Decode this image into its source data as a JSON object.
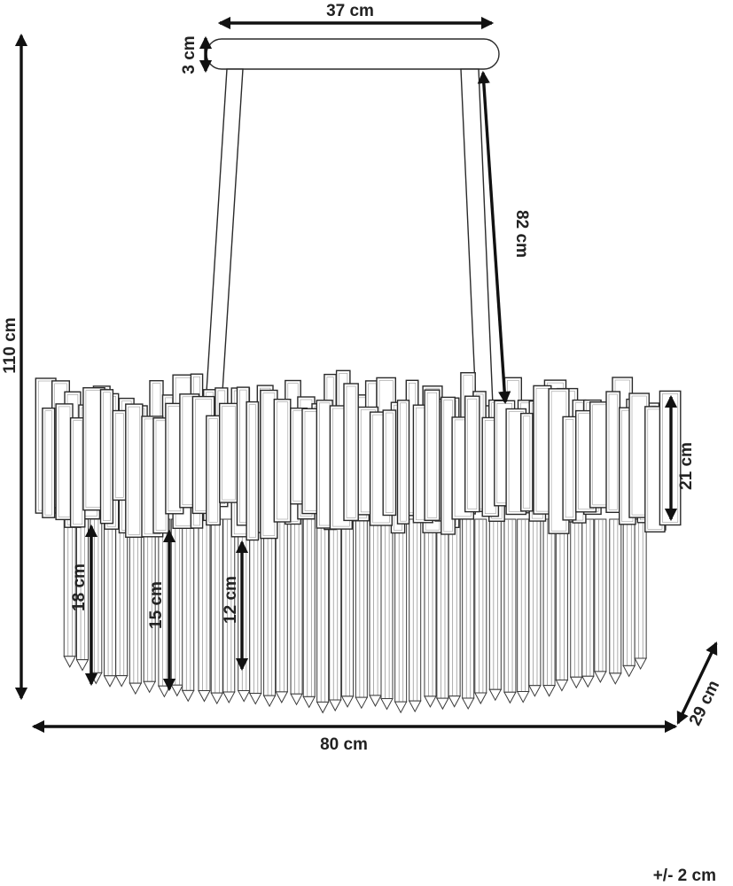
{
  "dimensions": {
    "canopy_width": "37 cm",
    "canopy_height": "3 cm",
    "rod_length": "82 cm",
    "total_height": "110 cm",
    "upper_tier_height": "21 cm",
    "crystal_outer": "18 cm",
    "crystal_middle": "15 cm",
    "crystal_inner": "12 cm",
    "total_width": "80 cm",
    "depth": "29 cm"
  },
  "tolerance": "+/- 2 cm",
  "colors": {
    "line": "#2a2a2a",
    "arrow": "#111111",
    "text": "#222222"
  }
}
